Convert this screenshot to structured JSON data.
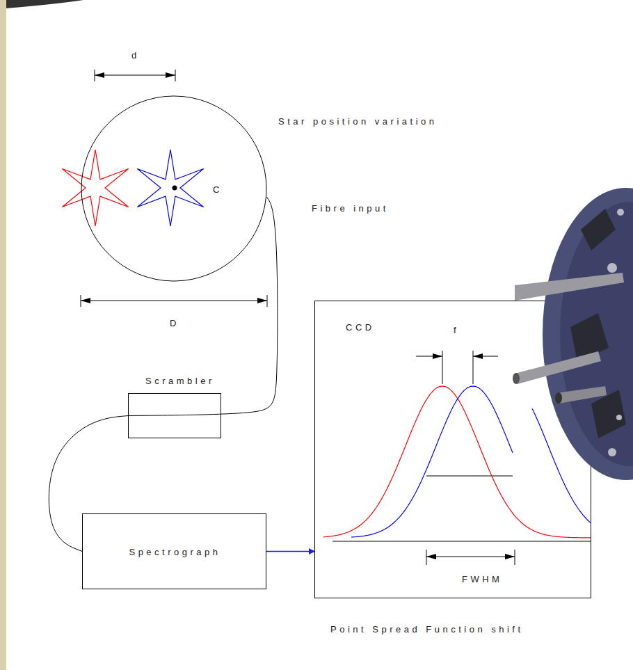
{
  "diagram": {
    "nodes": [
      {
        "text": [
          "C"
        ]
      },
      {
        "text": [
          "Scrambler"
        ]
      },
      {
        "text": [
          "Spectrograph"
        ]
      },
      {
        "text": [
          "CCD"
        ]
      }
    ],
    "edges": [
      {
        "from": 0,
        "to": 1,
        "arrow": "none"
      },
      {
        "from": 1,
        "to": 2,
        "arrow": "none"
      },
      {
        "from": 2,
        "to": 3,
        "arrow": "to"
      }
    ],
    "labels": [
      "d",
      "Star position variation",
      "Fibre input",
      "D",
      "f",
      "FWHM",
      "Point Spread Function shift"
    ]
  }
}
